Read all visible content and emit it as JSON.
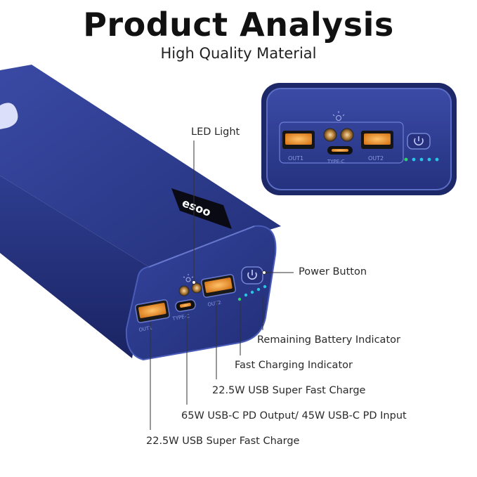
{
  "header": {
    "title": "Product Analysis",
    "subtitle": "High Quality Material"
  },
  "brand": {
    "logo_text": "esoo"
  },
  "port_labels": {
    "out1": "OUT1",
    "type_c": "TYPE-C",
    "out2": "OUT2"
  },
  "callouts": {
    "led_light": "LED Light",
    "power_button": "Power Button",
    "battery_indicator": "Remaining Battery Indicator",
    "fast_charging_indicator": "Fast Charging Indicator",
    "usb_out2": "22.5W USB Super Fast Charge",
    "usb_c": "65W USB-C PD Output/ 45W USB-C PD Input",
    "usb_out1": "22.5W USB Super Fast Charge"
  },
  "colors": {
    "body": "#2b3a8c",
    "body_dark": "#1c2766",
    "port_orange": "#e8922e",
    "led_cyan": "#27c6e8",
    "led_green": "#2fd46a"
  },
  "icons": {
    "power": "power-icon",
    "lamp": "lamp-icon"
  }
}
